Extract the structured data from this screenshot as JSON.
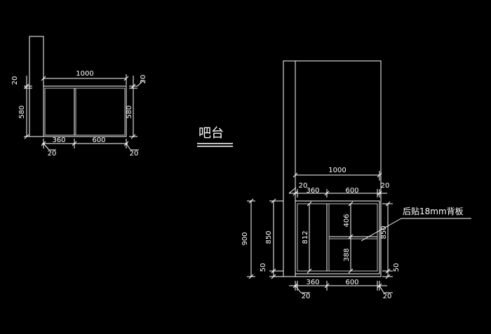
{
  "colors": {
    "background": "#000000",
    "lines": "#ffffff",
    "panel": "#bfbfbf"
  },
  "title": "吧台",
  "plan": {
    "overall_width": "1000",
    "left_offset": "20",
    "right_offset": "20",
    "depth_left": "580",
    "depth_right": "580",
    "segment_a": "360",
    "segment_b": "600",
    "bottom_left_offset": "20",
    "bottom_right_offset": "20"
  },
  "elevation": {
    "overall_width": "1000",
    "top_left_offset": "20",
    "top_segment_a": "360",
    "top_segment_b": "600",
    "top_right_offset": "20",
    "total_height": "900",
    "cabinet_height": "850",
    "plinth_height": "50",
    "inner_height": "812",
    "upper_shelf": "406",
    "lower_shelf": "388",
    "right_height": "850",
    "right_plinth": "50",
    "bottom_segment_a": "360",
    "bottom_segment_b": "600",
    "bottom_left_offset": "20",
    "bottom_right_offset": "20",
    "back_panel_note": "后贴18mm背板"
  }
}
